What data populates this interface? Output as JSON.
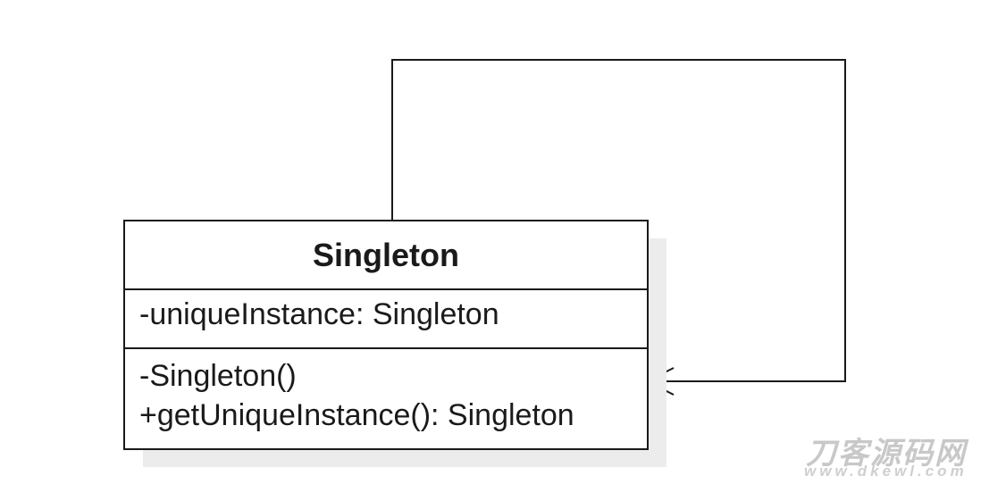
{
  "diagram": {
    "class": {
      "name": "Singleton",
      "attributes": [
        "-uniqueInstance: Singleton"
      ],
      "methods": [
        "-Singleton()",
        "+getUniqueInstance(): Singleton"
      ]
    },
    "association": {
      "kind": "self-association",
      "arrowhead": "open"
    },
    "colors": {
      "line": "#1a1a1a",
      "shadow": "#ececec",
      "background": "#ffffff"
    }
  },
  "watermark": {
    "title": "刀客源码网",
    "url": "www.dkewl.com"
  }
}
